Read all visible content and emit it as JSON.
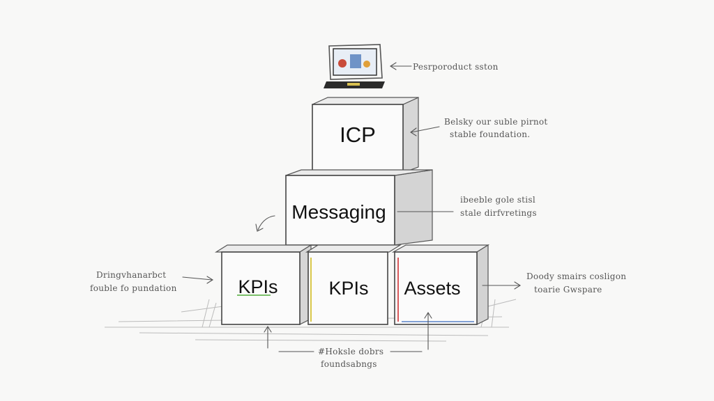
{
  "blocks": {
    "top": "ICP",
    "middle": "Messaging",
    "bottom_left": "KPIs",
    "bottom_center": "KPIs",
    "bottom_right": "Assets"
  },
  "annotations": {
    "top_device": "Pesrporoduct sston",
    "icp_line1": "Belsky our suble pirnot",
    "icp_line2": "stable foundation.",
    "messaging_line1": "ibeeble gole stisl",
    "messaging_line2": "stale dirfvretings",
    "left_line1": "Dringvhanarbct",
    "left_line2": "fouble fo pundation",
    "right_line1": "Doody smairs cosligon",
    "right_line2": "toarie Gwspare",
    "bottom_line1": "#Hoksle dobrs",
    "bottom_line2": "foundsabngs"
  },
  "colors": {
    "kpis_left_underline": "#7bbf6a",
    "kpis_center_edge": "#d9c84a",
    "assets_edge_red": "#d9595c",
    "assets_edge_blue": "#5a82c8",
    "device_accent": "#c94b3a"
  }
}
